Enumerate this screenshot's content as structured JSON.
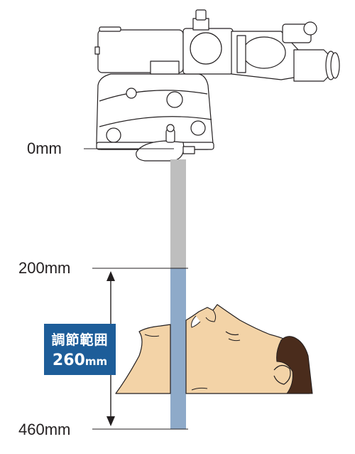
{
  "labels": {
    "mark_0": "0mm",
    "mark_200": "200mm",
    "mark_460": "460mm"
  },
  "badge": {
    "title": "調節範囲",
    "value": "260",
    "unit": "mm"
  },
  "colors": {
    "fixed_range_bar": "#bebebe",
    "adjust_range_bar": "#8eaac9",
    "badge_bg": "#1d5d99",
    "skin": "#f3d3a7",
    "hair": "#4a2c1c",
    "line": "#231f20"
  }
}
